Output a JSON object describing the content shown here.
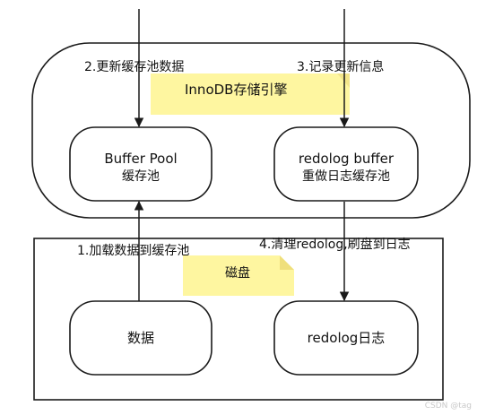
{
  "innodb": {
    "title": "InnoDB存储引擎",
    "note_color": "#fef6a0"
  },
  "disk": {
    "title": "磁盘",
    "note_color": "#fef6a0"
  },
  "nodes": {
    "buffer_pool": {
      "line1": "Buffer Pool",
      "line2": "缓存池"
    },
    "redolog_buffer": {
      "line1": "redolog buffer",
      "line2": "重做日志缓存池"
    },
    "data": {
      "label": "数据"
    },
    "redolog_log": {
      "label": "redolog日志"
    }
  },
  "steps": {
    "step1": "1.加载数据到缓存池",
    "step2": "2.更新缓存池数据",
    "step3": "3.记录更新信息",
    "step4": "4.清理redolog,刷盘到日志"
  },
  "watermark": "CSDN @tag"
}
